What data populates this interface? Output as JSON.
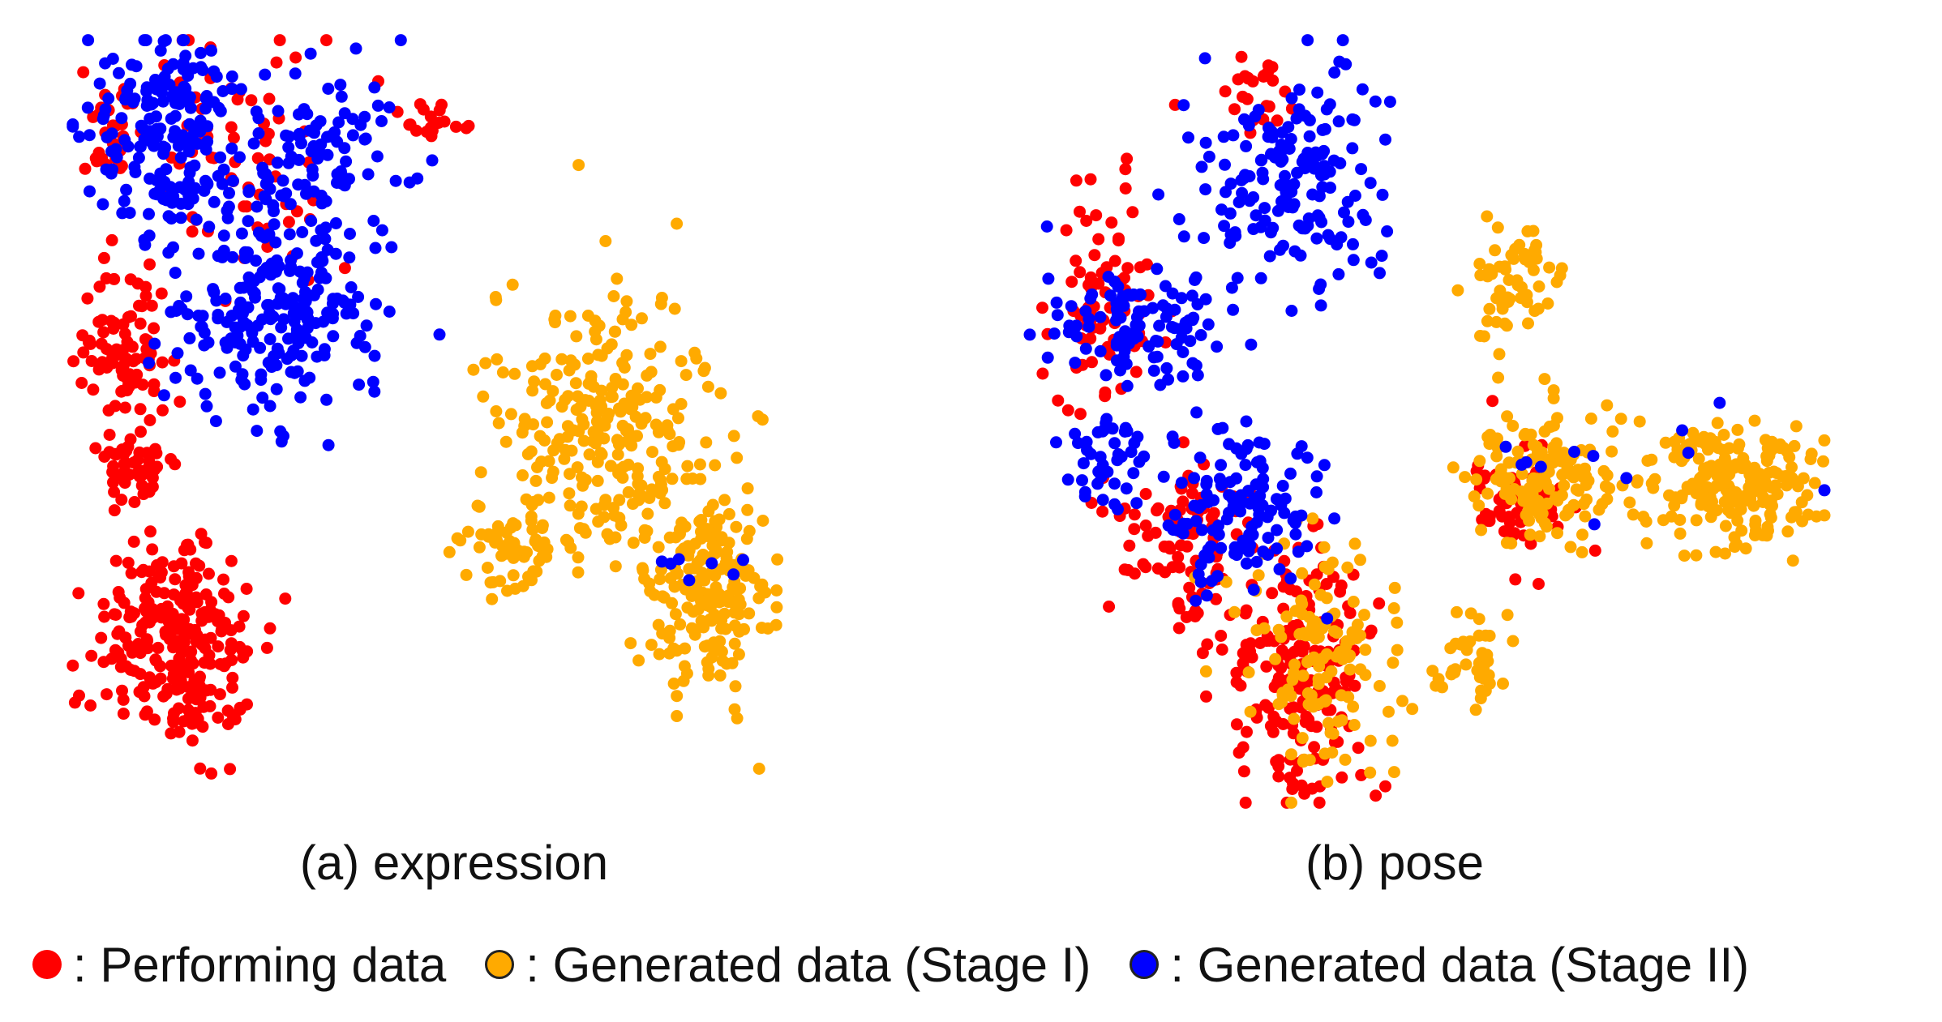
{
  "figure": {
    "caption_a": "(a) expression",
    "caption_b": "(b) pose"
  },
  "legend": {
    "items": [
      {
        "label": ": Performing data",
        "color": "#ff0000"
      },
      {
        "label": ": Generated data (Stage I)",
        "color": "#ffaa00"
      },
      {
        "label": ": Generated data (Stage II)",
        "color": "#0000ff"
      }
    ]
  },
  "chart_data": [
    {
      "type": "scatter",
      "title": "(a) expression",
      "xlabel": "",
      "ylabel": "",
      "grid": false,
      "legend_position": "bottom",
      "series": [
        {
          "name": "Performing data",
          "color": "#ff0000",
          "clusters": [
            {
              "cx": 0.14,
              "cy": 0.78,
              "rx": 0.09,
              "ry": 0.13,
              "n": 260
            },
            {
              "cx": 0.08,
              "cy": 0.42,
              "rx": 0.05,
              "ry": 0.12,
              "n": 90
            },
            {
              "cx": 0.05,
              "cy": 0.12,
              "rx": 0.03,
              "ry": 0.07,
              "n": 25
            },
            {
              "cx": 0.21,
              "cy": 0.15,
              "rx": 0.12,
              "ry": 0.14,
              "n": 70
            },
            {
              "cx": 0.47,
              "cy": 0.11,
              "rx": 0.04,
              "ry": 0.02,
              "n": 18
            },
            {
              "cx": 0.09,
              "cy": 0.56,
              "rx": 0.05,
              "ry": 0.04,
              "n": 40
            }
          ]
        },
        {
          "name": "Generated data (Stage I)",
          "color": "#ffaa00",
          "clusters": [
            {
              "cx": 0.68,
              "cy": 0.51,
              "rx": 0.12,
              "ry": 0.16,
              "n": 260
            },
            {
              "cx": 0.81,
              "cy": 0.72,
              "rx": 0.07,
              "ry": 0.12,
              "n": 190
            },
            {
              "cx": 0.57,
              "cy": 0.66,
              "rx": 0.05,
              "ry": 0.06,
              "n": 60
            }
          ]
        },
        {
          "name": "Generated data (Stage II)",
          "color": "#0000ff",
          "clusters": [
            {
              "cx": 0.13,
              "cy": 0.13,
              "rx": 0.09,
              "ry": 0.12,
              "n": 180
            },
            {
              "cx": 0.26,
              "cy": 0.36,
              "rx": 0.12,
              "ry": 0.12,
              "n": 230
            },
            {
              "cx": 0.32,
              "cy": 0.17,
              "rx": 0.09,
              "ry": 0.12,
              "n": 110
            },
            {
              "cx": 0.8,
              "cy": 0.69,
              "rx": 0.07,
              "ry": 0.04,
              "n": 7
            }
          ]
        }
      ]
    },
    {
      "type": "scatter",
      "title": "(b) pose",
      "xlabel": "",
      "ylabel": "",
      "grid": false,
      "legend_position": "bottom",
      "series": [
        {
          "name": "Performing data",
          "color": "#ff0000",
          "clusters": [
            {
              "cx": 0.34,
              "cy": 0.82,
              "rx": 0.09,
              "ry": 0.14,
              "n": 200
            },
            {
              "cx": 0.2,
              "cy": 0.65,
              "rx": 0.08,
              "ry": 0.09,
              "n": 90
            },
            {
              "cx": 0.1,
              "cy": 0.35,
              "rx": 0.06,
              "ry": 0.14,
              "n": 80
            },
            {
              "cx": 0.29,
              "cy": 0.08,
              "rx": 0.03,
              "ry": 0.05,
              "n": 25
            },
            {
              "cx": 0.62,
              "cy": 0.6,
              "rx": 0.06,
              "ry": 0.08,
              "n": 60
            }
          ]
        },
        {
          "name": "Generated data (Stage I)",
          "color": "#ffaa00",
          "clusters": [
            {
              "cx": 0.65,
              "cy": 0.57,
              "rx": 0.08,
              "ry": 0.08,
              "n": 150
            },
            {
              "cx": 0.88,
              "cy": 0.58,
              "rx": 0.1,
              "ry": 0.07,
              "n": 200
            },
            {
              "cx": 0.6,
              "cy": 0.32,
              "rx": 0.05,
              "ry": 0.07,
              "n": 60
            },
            {
              "cx": 0.38,
              "cy": 0.81,
              "rx": 0.09,
              "ry": 0.14,
              "n": 130
            },
            {
              "cx": 0.55,
              "cy": 0.8,
              "rx": 0.04,
              "ry": 0.05,
              "n": 40
            }
          ]
        },
        {
          "name": "Generated data (Stage II)",
          "color": "#0000ff",
          "clusters": [
            {
              "cx": 0.33,
              "cy": 0.2,
              "rx": 0.1,
              "ry": 0.12,
              "n": 160
            },
            {
              "cx": 0.14,
              "cy": 0.38,
              "rx": 0.1,
              "ry": 0.08,
              "n": 110
            },
            {
              "cx": 0.26,
              "cy": 0.61,
              "rx": 0.1,
              "ry": 0.1,
              "n": 130
            },
            {
              "cx": 0.1,
              "cy": 0.55,
              "rx": 0.04,
              "ry": 0.06,
              "n": 40
            },
            {
              "cx": 0.75,
              "cy": 0.55,
              "rx": 0.2,
              "ry": 0.06,
              "n": 12
            }
          ]
        }
      ]
    }
  ]
}
